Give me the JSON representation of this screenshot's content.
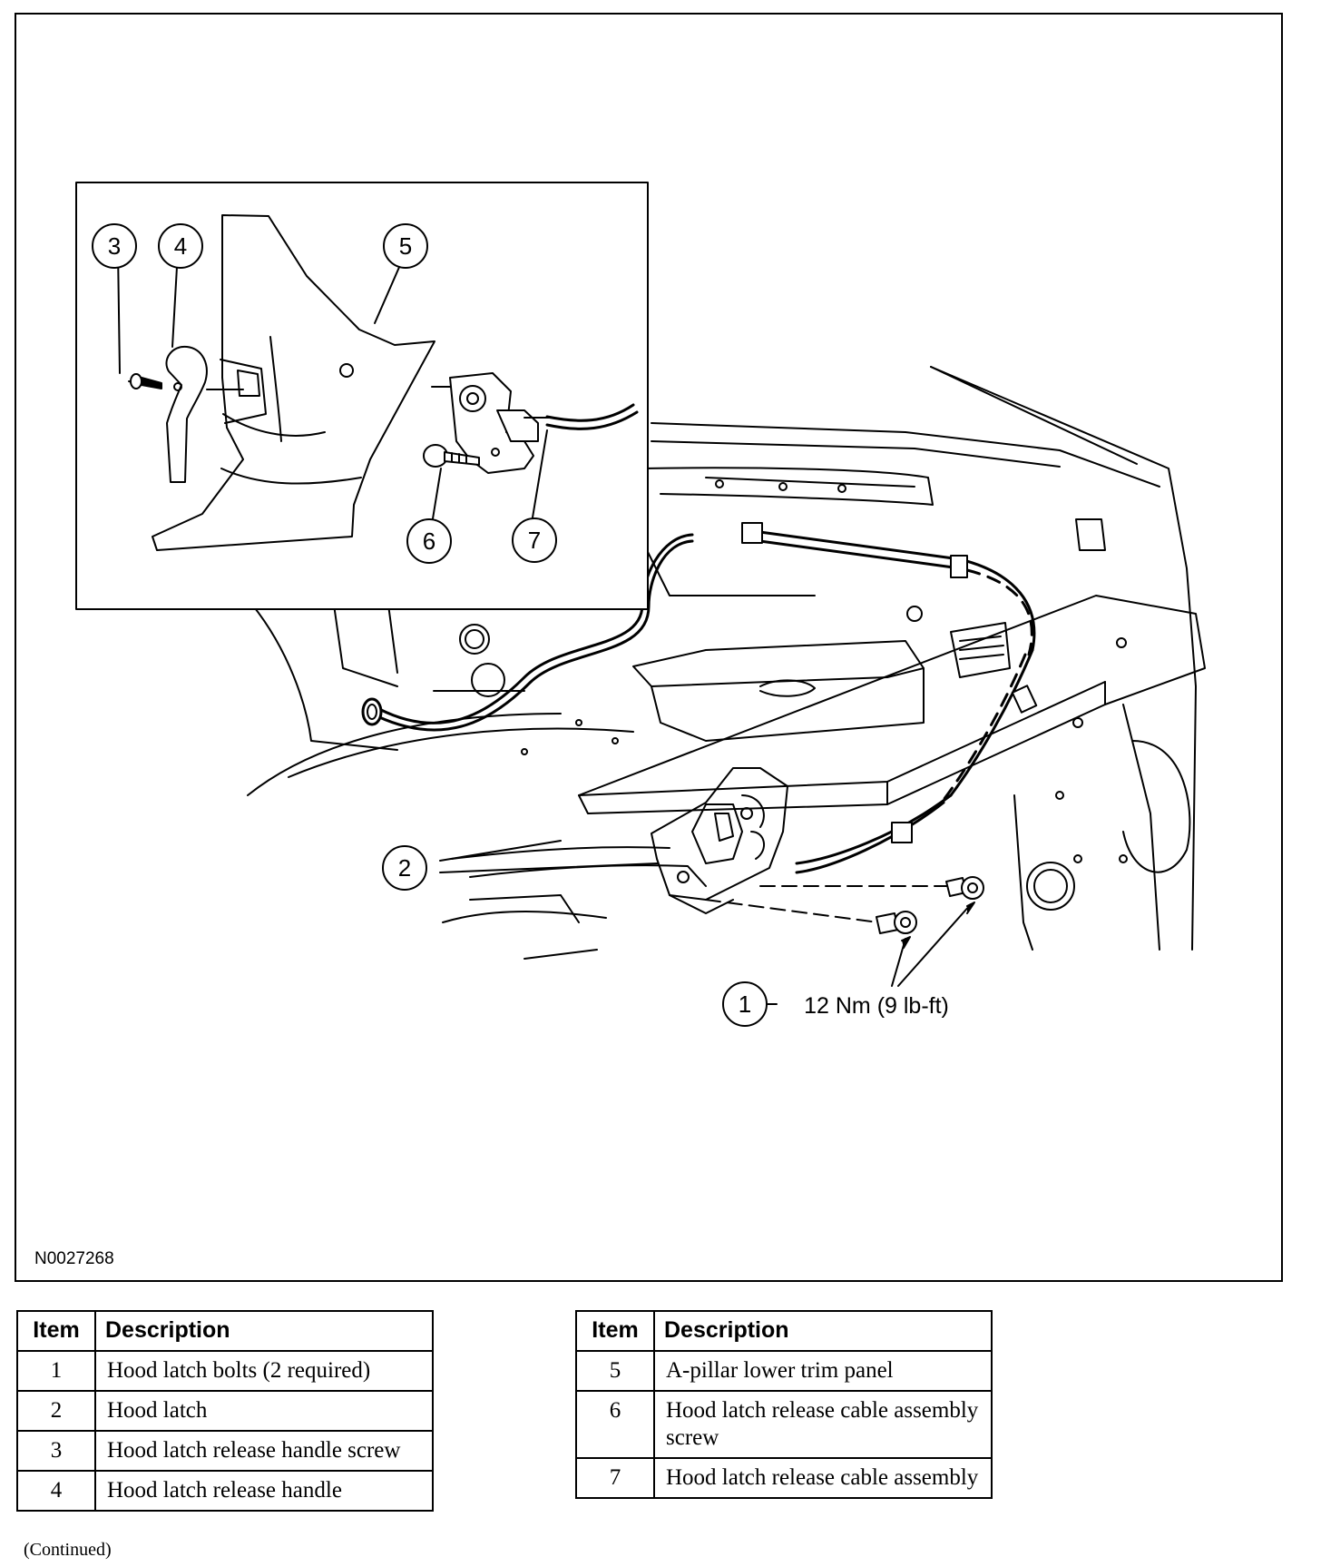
{
  "figure": {
    "id": "N0027268",
    "callouts": [
      "1",
      "2",
      "3",
      "4",
      "5",
      "6",
      "7"
    ],
    "torque_label": "12 Nm (9 lb-ft)"
  },
  "tables": {
    "header_item": "Item",
    "header_description": "Description",
    "left": [
      {
        "item": "1",
        "description": "Hood latch bolts (2 required)"
      },
      {
        "item": "2",
        "description": "Hood latch"
      },
      {
        "item": "3",
        "description": "Hood latch release handle screw"
      },
      {
        "item": "4",
        "description": "Hood latch release handle"
      }
    ],
    "right": [
      {
        "item": "5",
        "description": "A-pillar lower trim panel"
      },
      {
        "item": "6",
        "description": "Hood latch release cable assembly screw"
      },
      {
        "item": "7",
        "description": "Hood latch release cable assembly"
      }
    ]
  },
  "footer": {
    "continued": "(Continued)"
  }
}
